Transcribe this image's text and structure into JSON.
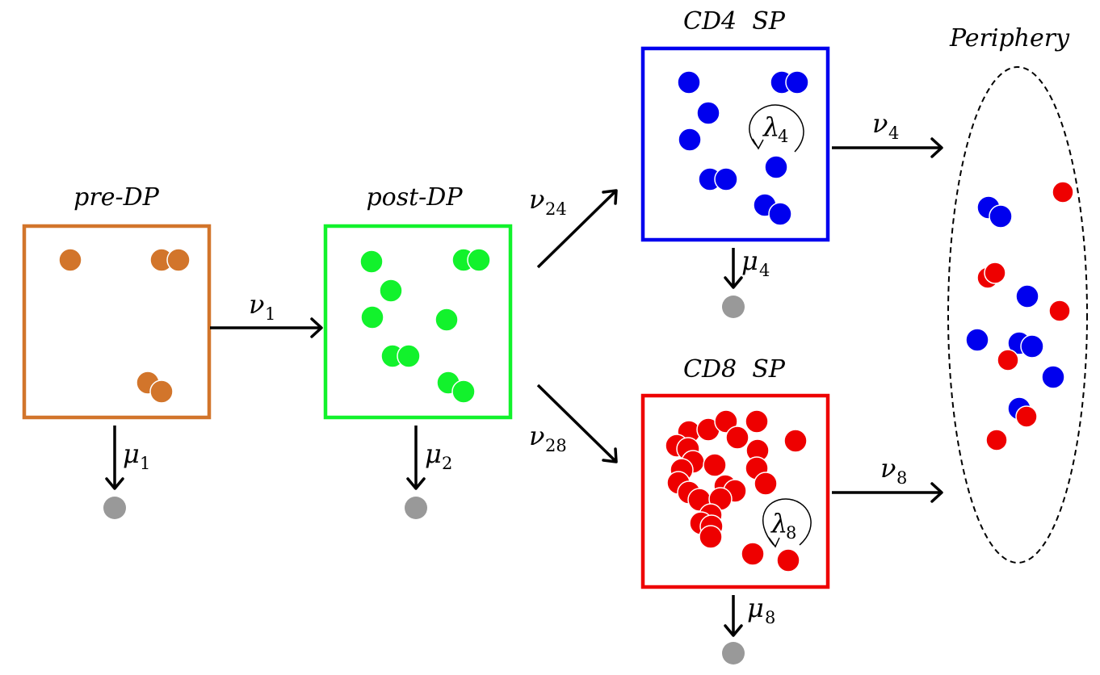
{
  "colors": {
    "pre_dp": "#d2752b",
    "post_dp": "#12f22c",
    "cd4": "#0000ee",
    "cd8": "#ee0000",
    "death": "#999999",
    "arrow": "#000000"
  },
  "compartments": {
    "pre_dp": {
      "label": "pre-DP"
    },
    "post_dp": {
      "label": "post-DP"
    },
    "cd4_sp": {
      "label": "CD4  SP"
    },
    "cd8_sp": {
      "label": "CD8  SP"
    },
    "periphery": {
      "label": "Periphery"
    }
  },
  "rates": {
    "nu1": {
      "sym": "ν",
      "sub": "1"
    },
    "nu24": {
      "sym": "ν",
      "sub": "24"
    },
    "nu28": {
      "sym": "ν",
      "sub": "28"
    },
    "nu4": {
      "sym": "ν",
      "sub": "4"
    },
    "nu8": {
      "sym": "ν",
      "sub": "8"
    },
    "mu1": {
      "sym": "μ",
      "sub": "1"
    },
    "mu2": {
      "sym": "μ",
      "sub": "2"
    },
    "mu4": {
      "sym": "μ",
      "sub": "4"
    },
    "mu8": {
      "sym": "μ",
      "sub": "8"
    },
    "lambda4": {
      "sym": "λ",
      "sub": "4"
    },
    "lambda8": {
      "sym": "λ",
      "sub": "8"
    }
  }
}
